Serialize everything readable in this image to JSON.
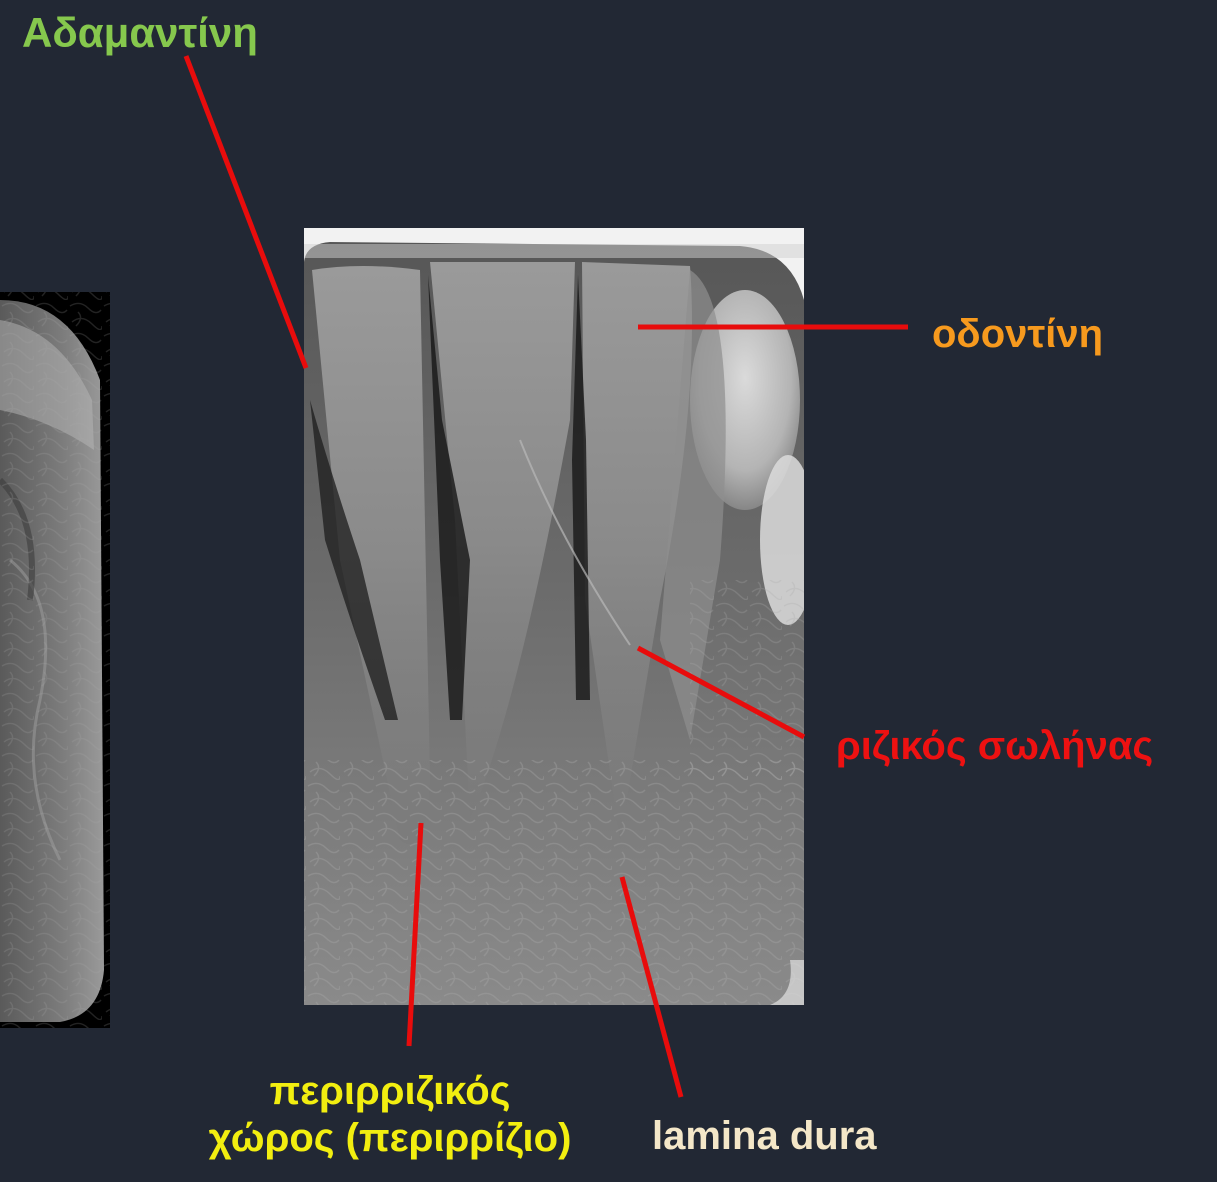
{
  "colors": {
    "background": "#222834",
    "leader_line": "#e80c0c",
    "enamel_label": "#86c84d",
    "dentin_label": "#f79a1e",
    "canal_label": "#ee1111",
    "pdl_label": "#f2ee10",
    "lamina_label": "#f4e7c8"
  },
  "labels": {
    "enamel": "Αδαμαντίνη",
    "dentin": "οδοντίνη",
    "root_canal": "ριζικός σωλήνας",
    "pdl_line1": "περιρριζικός",
    "pdl_line2": "χώρος (περιρρίζιο)",
    "lamina_dura": "lamina dura"
  },
  "images": {
    "left_radiograph": "partial-dental-radiograph",
    "main_radiograph": "periapical-radiograph-lower-incisors"
  }
}
